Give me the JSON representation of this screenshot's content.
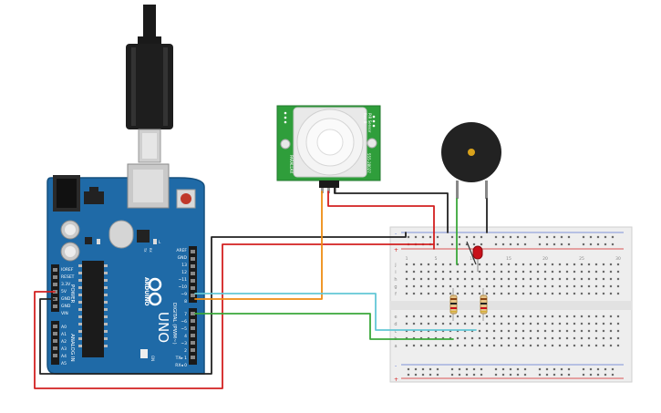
{
  "arduino": {
    "brand": "ARDUINO",
    "model": "UNO",
    "ioref": "IOREF",
    "reset": "RESET",
    "v33": "3.3V",
    "v5": "5V",
    "gnd1": "GND",
    "gnd2": "GND",
    "vin": "VIN",
    "power": "POWER",
    "analog": "ANALOG IN",
    "a0": "A0",
    "a1": "A1",
    "a2": "A2",
    "a3": "A3",
    "a4": "A4",
    "a5": "A5",
    "aref": "AREF",
    "gnd_top": "GND",
    "d13": "13",
    "d12": "12",
    "d11": "~11",
    "d10": "~10",
    "d9": "~9",
    "d8": "8",
    "d7": "7",
    "d6": "~6",
    "d5": "~5",
    "d4": "4",
    "d3": "~3",
    "d2": "2",
    "tx": "TX▸ 1",
    "rx": "RX◂ 0",
    "digital": "DIGITAL (PWM~)",
    "on": "ON",
    "tx_led": "TX",
    "rx_led": "RX",
    "l_led": "L"
  },
  "pir": {
    "title": "PIR Sensor",
    "rev": "Rev B",
    "part": "555-28027",
    "brand": "PARALLAX",
    "jumper": "H L"
  },
  "breadboard": {
    "row_letters_top": [
      "j",
      "i",
      "h",
      "g",
      "f"
    ],
    "row_letters_bottom": [
      "e",
      "d",
      "c",
      "b",
      "a"
    ],
    "col_numbers": [
      "1",
      "5",
      "10",
      "15",
      "20",
      "25",
      "30"
    ]
  },
  "colors": {
    "board": "#1f6aa7",
    "board_dark": "#17578c",
    "pcb_green": "#2f9e3b",
    "wire_red": "#d32020",
    "wire_black": "#222222",
    "wire_orange": "#ef8c12",
    "wire_cyan": "#63c7d6",
    "wire_green": "#3aa83a",
    "led_red": "#c8101a",
    "breadboard": "#eeeeee"
  }
}
